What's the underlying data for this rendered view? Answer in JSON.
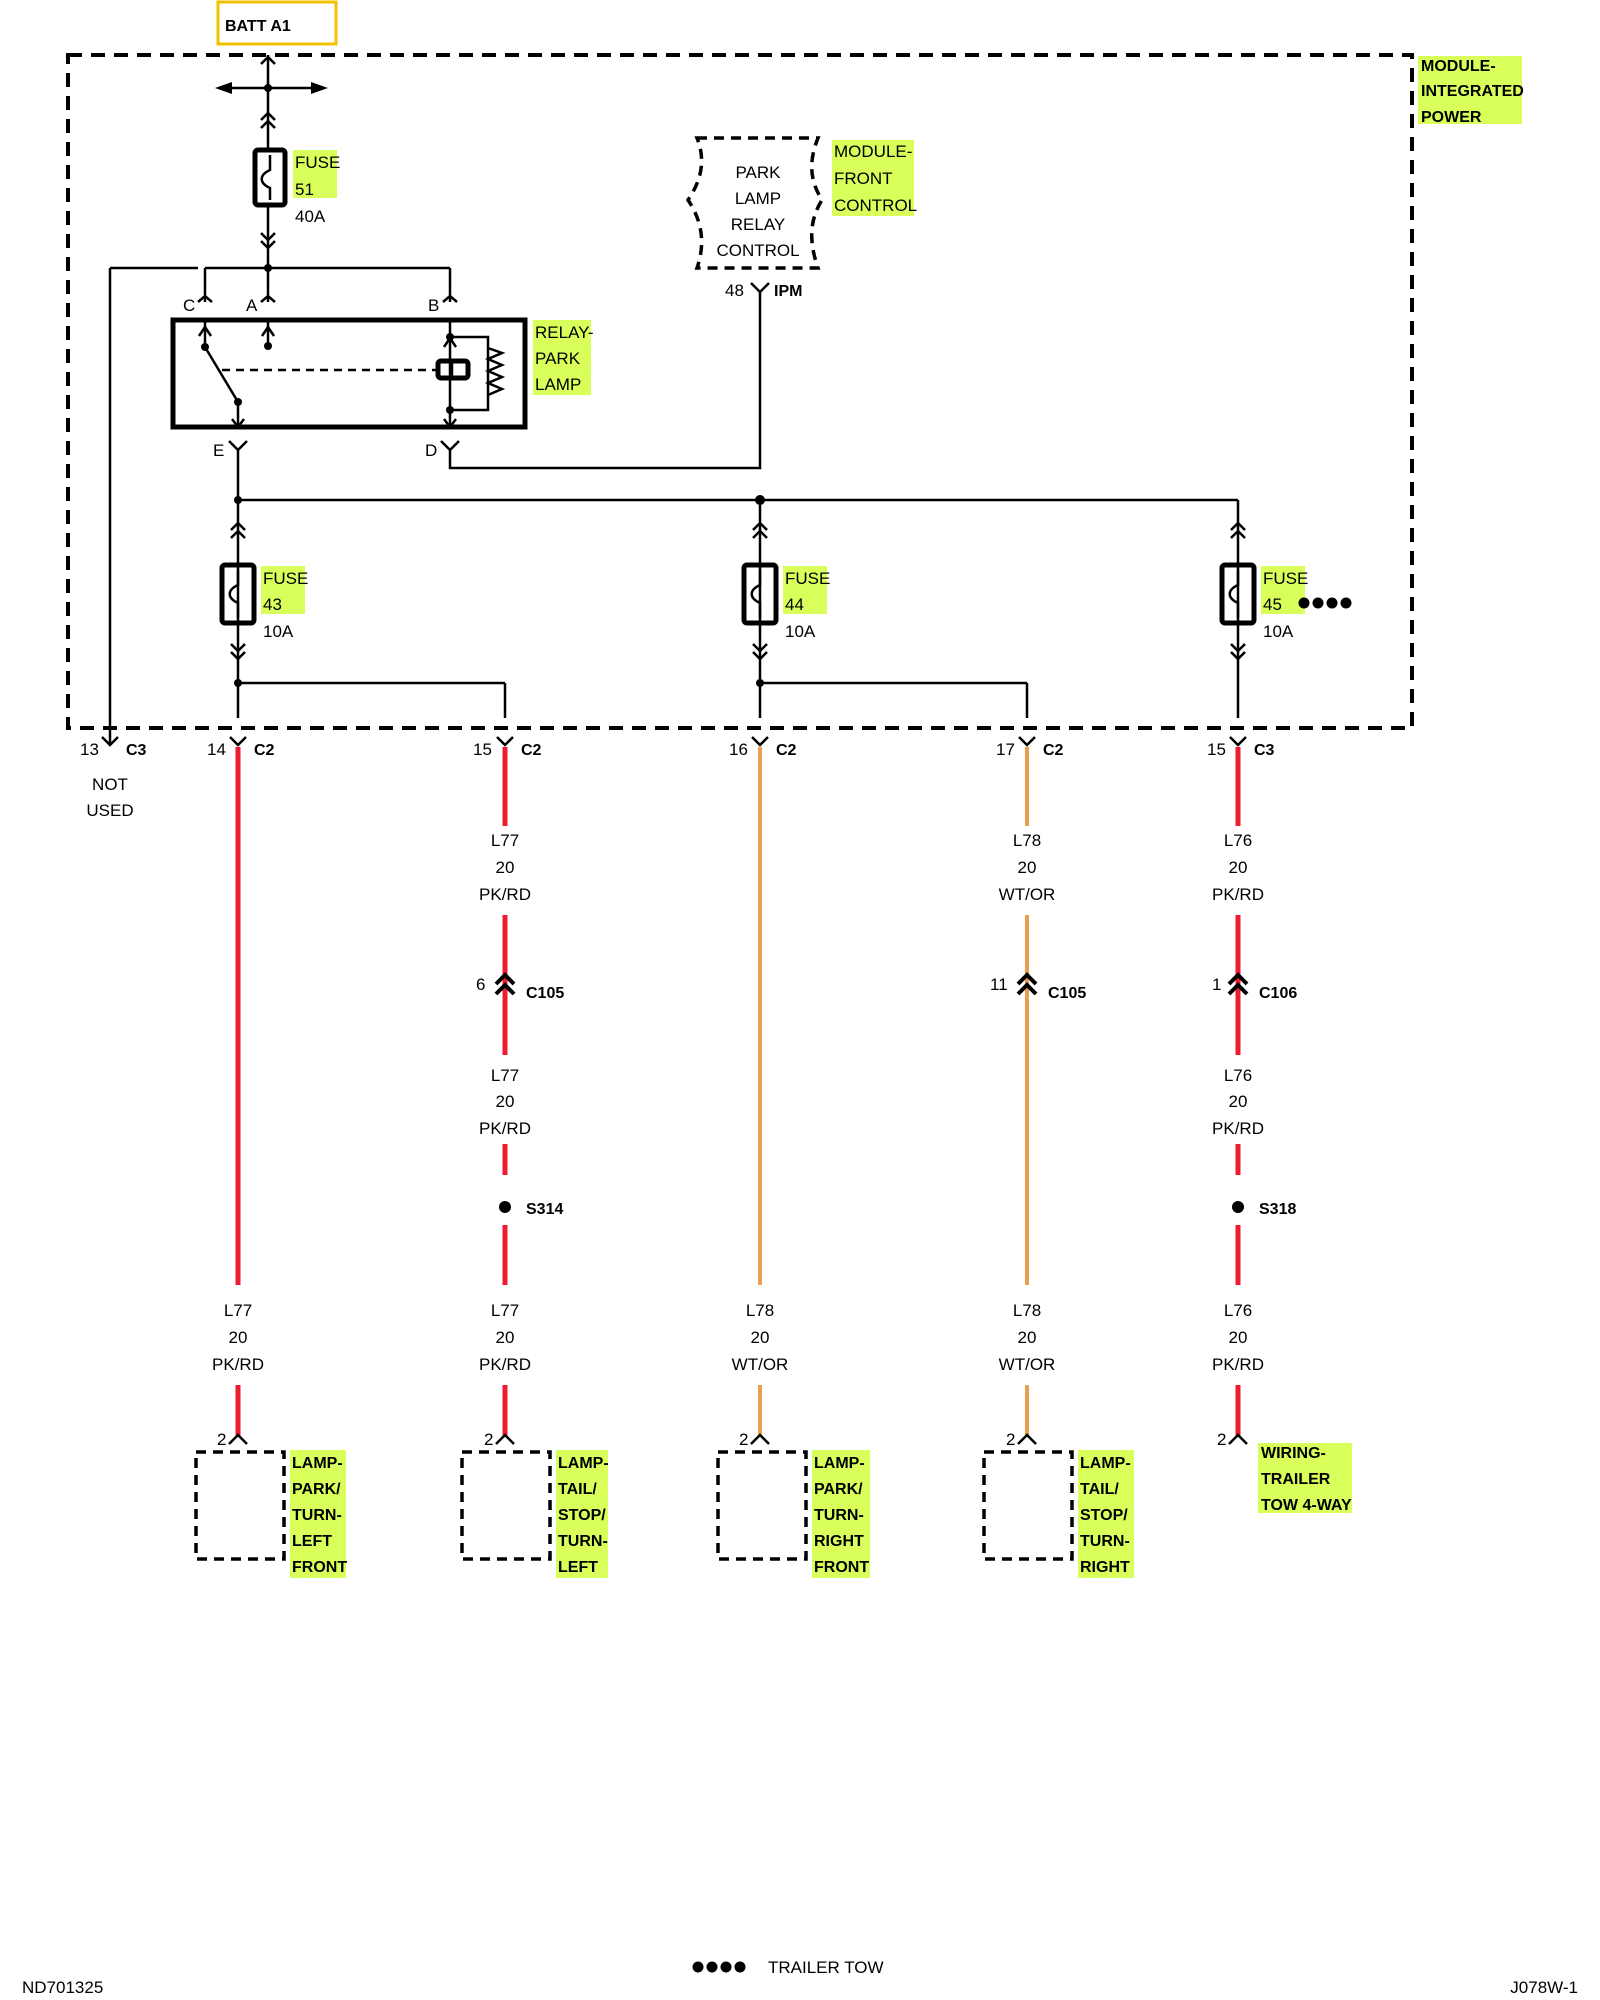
{
  "batt": "BATT A1",
  "module_ipm": [
    "MODULE-",
    "INTEGRATED",
    "POWER"
  ],
  "module_fcm": [
    "MODULE-",
    "FRONT",
    "CONTROL"
  ],
  "fcm_box": [
    "PARK",
    "LAMP",
    "RELAY",
    "CONTROL"
  ],
  "fcm_pin": "48",
  "fcm_conn": "IPM",
  "relay": {
    "name": [
      "RELAY-",
      "PARK",
      "LAMP"
    ],
    "pins": [
      "C",
      "A",
      "B",
      "E",
      "D"
    ]
  },
  "fuses": [
    {
      "label": "FUSE",
      "num": "51",
      "rating": "40A"
    },
    {
      "label": "FUSE",
      "num": "43",
      "rating": "10A"
    },
    {
      "label": "FUSE",
      "num": "44",
      "rating": "10A"
    },
    {
      "label": "FUSE",
      "num": "45",
      "rating": "10A"
    }
  ],
  "cavities": [
    {
      "pin": "13",
      "conn": "C3"
    },
    {
      "pin": "14",
      "conn": "C2"
    },
    {
      "pin": "15",
      "conn": "C2"
    },
    {
      "pin": "16",
      "conn": "C2"
    },
    {
      "pin": "17",
      "conn": "C2"
    },
    {
      "pin": "15",
      "conn": "C3"
    }
  ],
  "not_used": [
    "NOT",
    "USED"
  ],
  "wire_labels": {
    "l77": "L77",
    "l78": "L78",
    "l76": "L76",
    "g20": "20",
    "pkrd": "PK/RD",
    "wtor": "WT/OR"
  },
  "inline_connectors": [
    {
      "pin": "6",
      "name": "C105"
    },
    {
      "pin": "11",
      "name": "C105"
    },
    {
      "pin": "1",
      "name": "C106"
    }
  ],
  "splices": [
    "S314",
    "S318"
  ],
  "load_pin": "2",
  "loads": [
    [
      "LAMP-",
      "PARK/",
      "TURN-",
      "LEFT",
      "FRONT"
    ],
    [
      "LAMP-",
      "TAIL/",
      "STOP/",
      "TURN-",
      "LEFT"
    ],
    [
      "LAMP-",
      "PARK/",
      "TURN-",
      "RIGHT",
      "FRONT"
    ],
    [
      "LAMP-",
      "TAIL/",
      "STOP/",
      "TURN-",
      "RIGHT"
    ],
    [
      "WIRING-",
      "TRAILER",
      "TOW 4-WAY"
    ]
  ],
  "legend": "TRAILER TOW",
  "footer_left": "ND701325",
  "footer_right": "J078W-1",
  "colors": {
    "pk_rd": "#ee1c2e",
    "wt_or": "#e8a050",
    "highlight": "#d8ff5a",
    "batt_box": "#f2c200"
  }
}
